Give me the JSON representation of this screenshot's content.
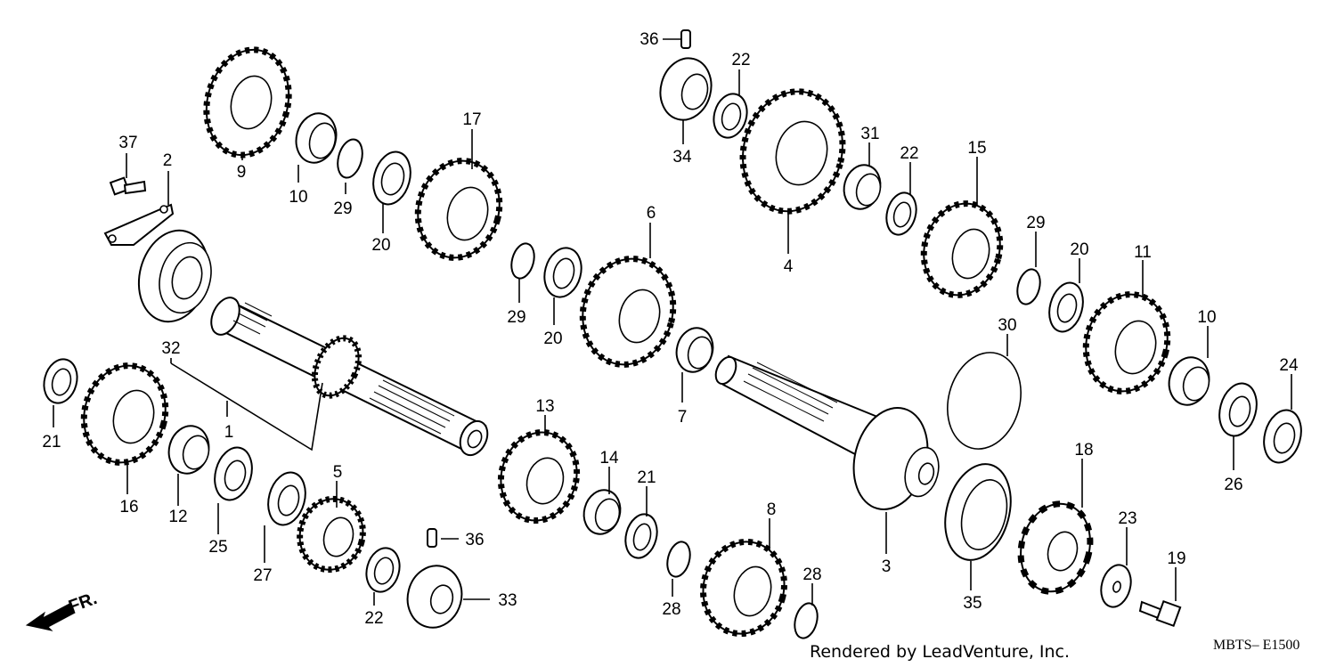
{
  "diagram": {
    "part_labels": {
      "p1": "1",
      "p2": "2",
      "p3": "3",
      "p4": "4",
      "p5": "5",
      "p6": "6",
      "p7": "7",
      "p8": "8",
      "p9": "9",
      "p10a": "10",
      "p10b": "10",
      "p11": "11",
      "p12": "12",
      "p13": "13",
      "p14": "14",
      "p15": "15",
      "p16": "16",
      "p17": "17",
      "p18": "18",
      "p19": "19",
      "p20a": "20",
      "p20b": "20",
      "p20c": "20",
      "p21a": "21",
      "p21b": "21",
      "p22a": "22",
      "p22b": "22",
      "p22c": "22",
      "p23": "23",
      "p24": "24",
      "p25": "25",
      "p26": "26",
      "p27": "27",
      "p28a": "28",
      "p28b": "28",
      "p29a": "29",
      "p29b": "29",
      "p29c": "29",
      "p30": "30",
      "p31": "31",
      "p32": "32",
      "p33": "33",
      "p34": "34",
      "p35": "35",
      "p36a": "36",
      "p36b": "36",
      "p37": "37"
    },
    "direction_label": "FR.",
    "credit": "Rendered by LeadVenture, Inc.",
    "diagram_code": "MBTS– E1500"
  }
}
